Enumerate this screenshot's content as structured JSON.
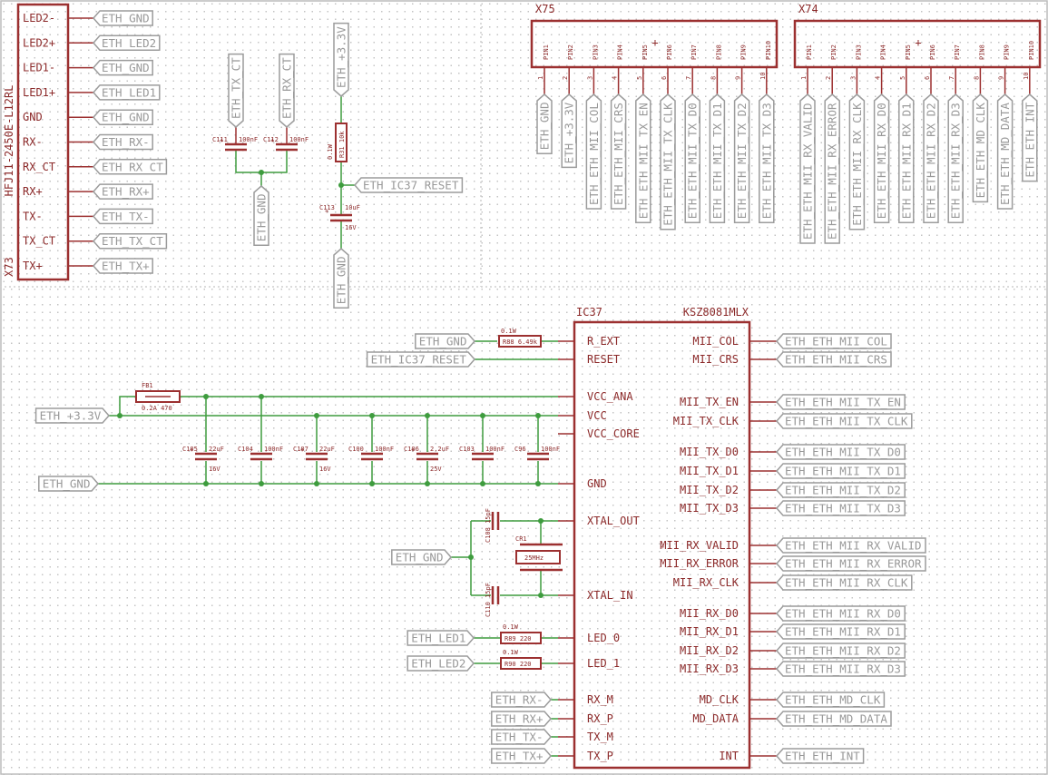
{
  "x73": {
    "ref": "X73",
    "part": "HFJ11-2450E-L12RL",
    "pins": [
      {
        "pin": "LED2-",
        "net": "ETH_GND"
      },
      {
        "pin": "LED2+",
        "net": "ETH_LED2"
      },
      {
        "pin": "LED1-",
        "net": "ETH_GND"
      },
      {
        "pin": "LED1+",
        "net": "ETH_LED1"
      },
      {
        "pin": "GND",
        "net": "ETH_GND"
      },
      {
        "pin": "RX-",
        "net": "ETH_RX-"
      },
      {
        "pin": "RX_CT",
        "net": "ETH_RX_CT"
      },
      {
        "pin": "RX+",
        "net": "ETH_RX+"
      },
      {
        "pin": "TX-",
        "net": "ETH_TX-"
      },
      {
        "pin": "TX_CT",
        "net": "ETH_TX_CT"
      },
      {
        "pin": "TX+",
        "net": "ETH_TX+"
      }
    ]
  },
  "upper_caps": [
    {
      "ref": "C111",
      "value": "100nF",
      "net": "ETH_TX_CT"
    },
    {
      "ref": "C112",
      "value": "100nF",
      "net": "ETH_RX_CT"
    }
  ],
  "upper_gnd": "ETH_GND",
  "reset_circuit": {
    "supply": "ETH_+3.3V",
    "r_ref": "R31",
    "r_value": "10k",
    "r_power": "0.1W",
    "reset_net": "ETH_IC37_RESET",
    "c_ref": "C113",
    "c_value": "10uF",
    "c_voltage": "16V",
    "gnd": "ETH_GND"
  },
  "x75": {
    "ref": "X75",
    "pins": [
      "PIN1",
      "PIN2",
      "PIN3",
      "PIN4",
      "PIN5",
      "PIN6",
      "PIN7",
      "PIN8",
      "PIN9",
      "PIN10"
    ],
    "numbers": [
      "1",
      "2",
      "3",
      "4",
      "5",
      "6",
      "7",
      "8",
      "9",
      "10"
    ],
    "nets": [
      "ETH_GND",
      "ETH_+3.3V",
      "ETH_ETH_MII_COL",
      "ETH_ETH_MII_CRS",
      "ETH_ETH_MII_TX_EN",
      "ETH_ETH_MII_TX_CLK",
      "ETH_ETH_MII_TX_D0",
      "ETH_ETH_MII_TX_D1",
      "ETH_ETH_MII_TX_D2",
      "ETH_ETH_MII_TX_D3"
    ]
  },
  "x74": {
    "ref": "X74",
    "pins": [
      "PIN1",
      "PIN2",
      "PIN3",
      "PIN4",
      "PIN5",
      "PIN6",
      "PIN7",
      "PIN8",
      "PIN9",
      "PIN10"
    ],
    "numbers": [
      "1",
      "2",
      "3",
      "4",
      "5",
      "6",
      "7",
      "8",
      "9",
      "10"
    ],
    "nets": [
      "ETH_ETH_MII_RX_VALID",
      "ETH_ETH_MII_RX_ERROR",
      "ETH_ETH_MII_RX_CLK",
      "ETH_ETH_MII_RX_D0",
      "ETH_ETH_MII_RX_D1",
      "ETH_ETH_MII_RX_D2",
      "ETH_ETH_MII_RX_D3",
      "ETH_ETH_MD_CLK",
      "ETH_ETH_MD_DATA",
      "ETH_ETH_INT"
    ]
  },
  "ic37": {
    "ref": "IC37",
    "part": "KSZ8081MLX",
    "left_pins": [
      "R_EXT",
      "RESET",
      "VCC_ANA",
      "VCC",
      "VCC_CORE",
      "GND",
      "XTAL_OUT",
      "XTAL_IN",
      "LED_0",
      "LED_1",
      "RX_M",
      "RX_P",
      "TX_M",
      "TX_P"
    ],
    "right_pins": [
      "MII_COL",
      "MII_CRS",
      "MII_TX_EN",
      "MII_TX_CLK",
      "MII_TX_D0",
      "MII_TX_D1",
      "MII_TX_D2",
      "MII_TX_D3",
      "MII_RX_VALID",
      "MII_RX_ERROR",
      "MII_RX_CLK",
      "MII_RX_D0",
      "MII_RX_D1",
      "MII_RX_D2",
      "MII_RX_D3",
      "MD_CLK",
      "MD_DATA",
      "INT"
    ],
    "right_nets": [
      "ETH_ETH_MII_COL",
      "ETH_ETH_MII_CRS",
      "ETH_ETH_MII_TX_EN",
      "ETH_ETH_MII_TX_CLK",
      "ETH_ETH_MII_TX_D0",
      "ETH_ETH_MII_TX_D1",
      "ETH_ETH_MII_TX_D2",
      "ETH_ETH_MII_TX_D3",
      "ETH_ETH_MII_RX_VALID",
      "ETH_ETH_MII_RX_ERROR",
      "ETH_ETH_MII_RX_CLK",
      "ETH_ETH_MII_RX_D0",
      "ETH_ETH_MII_RX_D1",
      "ETH_ETH_MII_RX_D2",
      "ETH_ETH_MII_RX_D3",
      "ETH_ETH_MD_CLK",
      "ETH_ETH_MD_DATA",
      "ETH_ETH_INT"
    ]
  },
  "left_nets": {
    "gnd_top": "ETH_GND",
    "reset": "ETH_IC37_RESET",
    "supply": "ETH_+3.3V",
    "gnd": "ETH_GND",
    "xtal_gnd": "ETH_GND",
    "led1": "ETH_LED1",
    "led2": "ETH_LED2",
    "rxm": "ETH_RX-",
    "rxp": "ETH_RX+",
    "txm": "ETH_TX-",
    "txp": "ETH_TX+"
  },
  "r88": {
    "ref": "R88",
    "value": "6.49k",
    "power": "0.1W"
  },
  "fb1": {
    "ref": "FB1",
    "value": "0.2A 470"
  },
  "r89": {
    "ref": "R89",
    "value": "220",
    "power": "0.1W"
  },
  "r90": {
    "ref": "R90",
    "value": "220",
    "power": "0.1W"
  },
  "cr1": {
    "ref": "CR1",
    "value": "25MHz"
  },
  "c108": {
    "ref": "C108",
    "value": "15pF"
  },
  "c110": {
    "ref": "C110",
    "value": "15pF"
  },
  "decoupling_caps": [
    {
      "ref": "C105",
      "value": "22uF",
      "voltage": "16V"
    },
    {
      "ref": "C104",
      "value": "100nF",
      "voltage": ""
    },
    {
      "ref": "C107",
      "value": "22uF",
      "voltage": "16V"
    },
    {
      "ref": "C100",
      "value": "100nF",
      "voltage": ""
    },
    {
      "ref": "C106",
      "value": "2.2uF",
      "voltage": "25V"
    },
    {
      "ref": "C103",
      "value": "100nF",
      "voltage": ""
    },
    {
      "ref": "C96",
      "value": "100nF",
      "voltage": ""
    }
  ]
}
